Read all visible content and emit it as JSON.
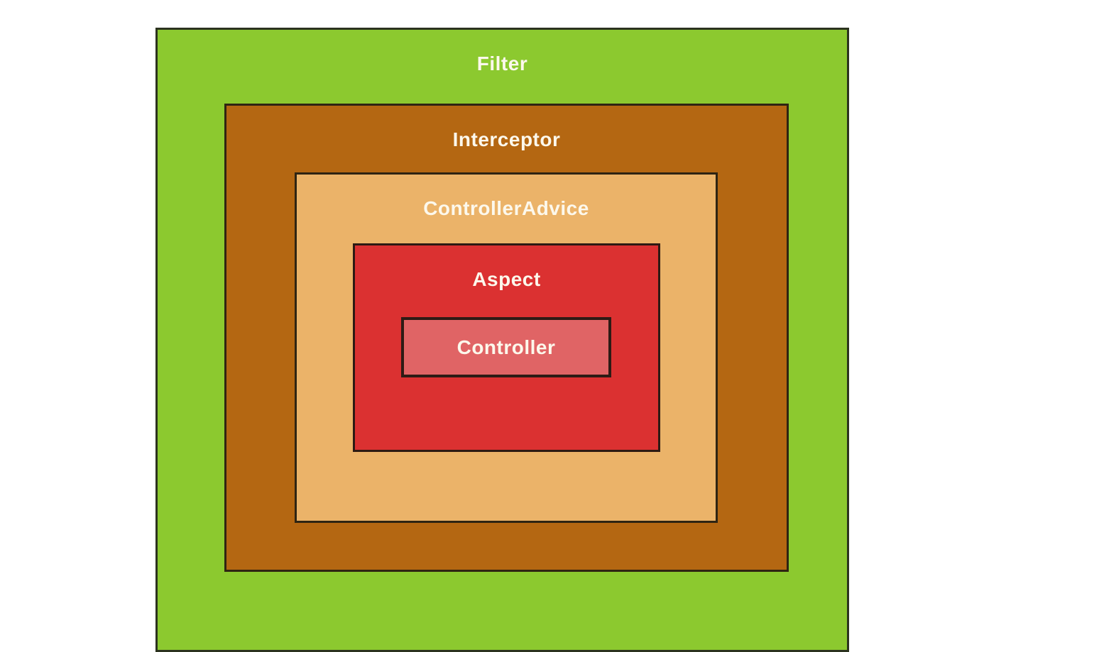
{
  "diagram": {
    "type": "nested-layers",
    "description": "Concentric rectangles showing request-processing layer nesting",
    "background_color": "#ffffff",
    "label_text_color": "#fcf8ec",
    "layers": [
      {
        "id": "filter",
        "label": "Filter",
        "fill": "#8cc92f",
        "border": "#2c331f",
        "depth": 0
      },
      {
        "id": "interceptor",
        "label": "Interceptor",
        "fill": "#b46712",
        "border": "#2f2412",
        "depth": 1
      },
      {
        "id": "controller-advice",
        "label": "ControllerAdvice",
        "fill": "#ebb369",
        "border": "#2e2413",
        "depth": 2
      },
      {
        "id": "aspect",
        "label": "Aspect",
        "fill": "#db3131",
        "border": "#2d1a13",
        "depth": 3
      },
      {
        "id": "controller",
        "label": "Controller",
        "fill": "#e06465",
        "border": "#2e1b15",
        "depth": 4
      }
    ]
  }
}
